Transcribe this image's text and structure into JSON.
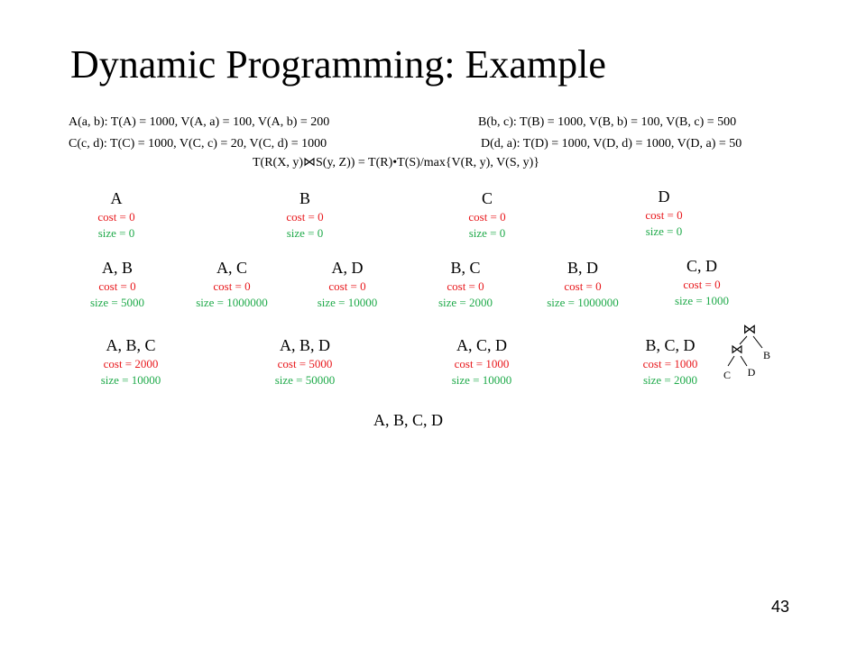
{
  "title": "Dynamic Programming: Example",
  "relations": {
    "a": "A(a, b): T(A) = 1000, V(A, a) = 100, V(A, b) = 200",
    "b": "B(b, c): T(B) = 1000,  V(B, b) = 100, V(B, c) = 500",
    "c": "C(c, d): T(C) = 1000,  V(C, c) = 20,  V(C, d) = 1000",
    "d": "D(d, a): T(D) = 1000, V(D, d) = 1000, V(D, a) = 50"
  },
  "formula": {
    "left": "T(R(X, y)",
    "join_symbol": "⋈",
    "right": "S(y, Z)) = T(R)•T(S)/max{V(R, y), V(S, y)}"
  },
  "level1": [
    {
      "label": "A",
      "cost": "cost = 0",
      "size": "size = 0"
    },
    {
      "label": "B",
      "cost": "cost = 0",
      "size": "size = 0"
    },
    {
      "label": "C",
      "cost": "cost = 0",
      "size": "size = 0"
    },
    {
      "label": "D",
      "cost": "cost = 0",
      "size": "size = 0"
    }
  ],
  "level2": [
    {
      "label": "A, B",
      "cost": "cost = 0",
      "size": "size = 5000"
    },
    {
      "label": "A, C",
      "cost": "cost = 0",
      "size": "size = 1000000"
    },
    {
      "label": "A, D",
      "cost": "cost = 0",
      "size": "size = 10000"
    },
    {
      "label": "B, C",
      "cost": "cost = 0",
      "size": "size = 2000"
    },
    {
      "label": "B, D",
      "cost": "cost = 0",
      "size": "size = 1000000"
    },
    {
      "label": "C, D",
      "cost": "cost = 0",
      "size": "size = 1000"
    }
  ],
  "level3": [
    {
      "label": "A, B, C",
      "cost": "cost = 2000",
      "size": "size = 10000"
    },
    {
      "label": "A, B, D",
      "cost": "cost = 5000",
      "size": "size = 50000"
    },
    {
      "label": "A, C, D",
      "cost": "cost = 1000",
      "size": "size = 10000"
    },
    {
      "label": "B, C, D",
      "cost": "cost = 1000",
      "size": "size = 2000"
    }
  ],
  "level4": {
    "label": "A, B, C, D"
  },
  "plan_tree": {
    "join_symbol": "⋈",
    "leaf_b": "B",
    "leaf_c": "C",
    "leaf_d": "D"
  },
  "colors": {
    "cost": "#e8191d",
    "size": "#1faa4a"
  },
  "page_number": "43"
}
